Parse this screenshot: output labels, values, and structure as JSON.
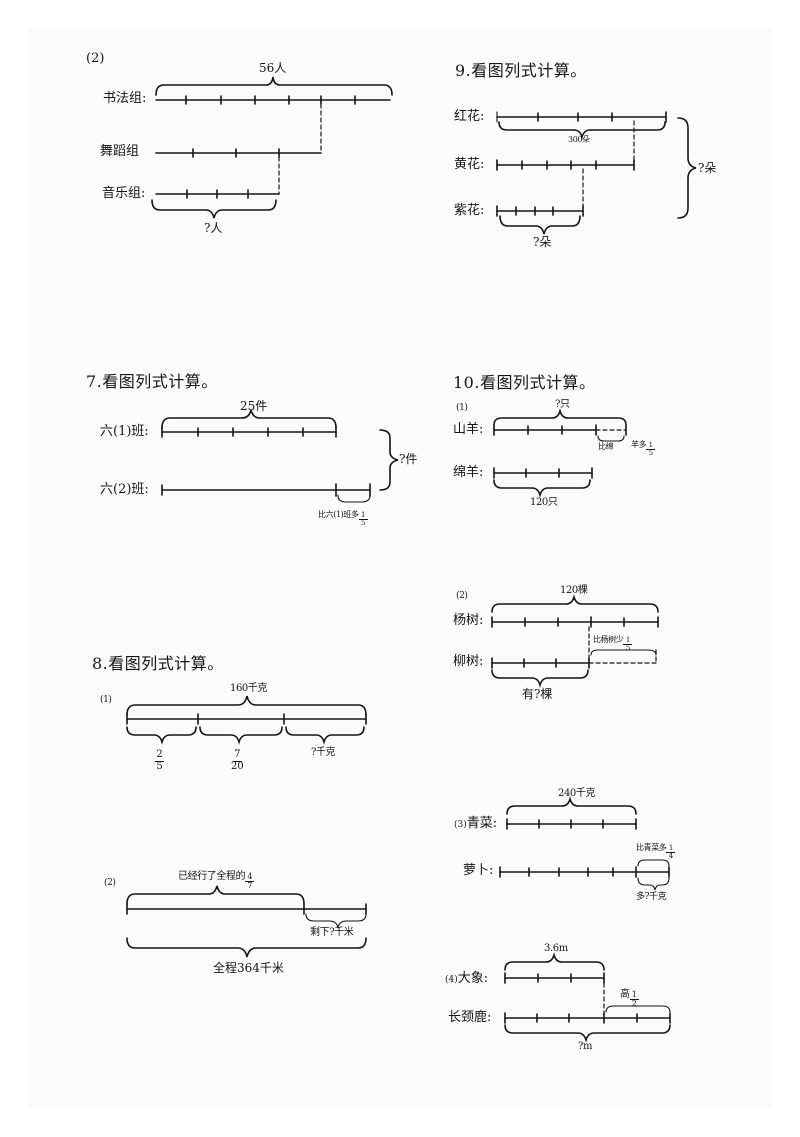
{
  "problems": {
    "p2_left": {
      "number": "(2)",
      "rows": {
        "calligraphy": "书法组:",
        "dance": "舞蹈组",
        "music": "音乐组:"
      },
      "total": "56人",
      "unknown": "?人"
    },
    "p7": {
      "heading": "7.看图列式计算。",
      "rows": {
        "class1": "六(1)班:",
        "class2": "六(2)班:"
      },
      "amount": "25件",
      "unknown": "?件",
      "note": "比六(1)班多"
    },
    "p8": {
      "heading": "8.看图列式计算。",
      "part1": {
        "number": "(1)",
        "total": "160千克",
        "frac_a": {
          "num": "2",
          "den": "5"
        },
        "frac_b": {
          "num": "7",
          "den": "20"
        },
        "unknown": "?千克"
      },
      "part2": {
        "number": "(2)",
        "top": "已经行了全程的",
        "remain": "剩下?千米",
        "whole": "全程364千米"
      }
    },
    "p9": {
      "heading": "9.看图列式计算。",
      "rows": {
        "red": "红花:",
        "yellow": "黄花:",
        "purple": "紫花:"
      },
      "amount": "300朵",
      "unknown_total": "?朵",
      "unknown_purple": "?朵"
    },
    "p10": {
      "heading": "10.看图列式计算。",
      "part1": {
        "number": "(1)",
        "rows": {
          "goat": "山羊:",
          "sheep": "绵羊:"
        },
        "unknown": "?只",
        "note_a": "比绵",
        "note_b": "羊多",
        "amount": "120只"
      },
      "part2": {
        "number": "(2)",
        "rows": {
          "poplar": "杨树:",
          "willow": "柳树:"
        },
        "amount": "120棵",
        "note": "比杨树少",
        "unknown": "有?棵"
      },
      "part3": {
        "number": "(3)",
        "rows": {
          "greens": "青菜:",
          "radish": "萝卜:"
        },
        "amount": "240千克",
        "note": "比青菜多",
        "unknown": "多?千克"
      },
      "part4": {
        "number": "(4)",
        "rows": {
          "elephant": "大象:",
          "giraffe": "长颈鹿:"
        },
        "amount": "3.6m",
        "note": "高",
        "unknown": "?m"
      }
    }
  }
}
